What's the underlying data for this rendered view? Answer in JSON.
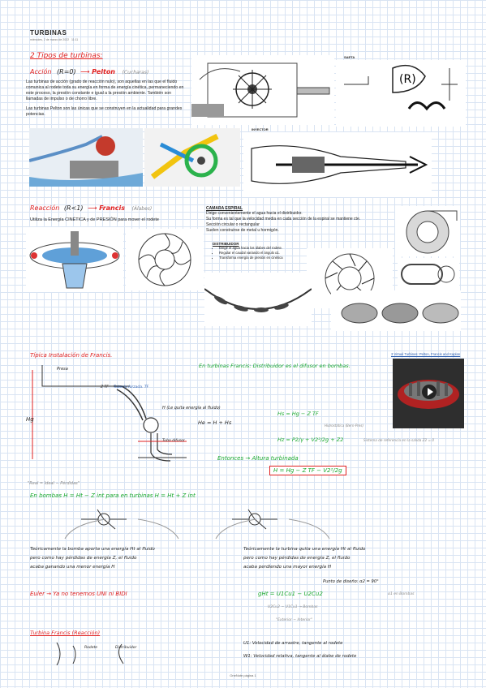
{
  "header": {
    "title": "TURBINAS",
    "date": "miércoles, 2 de marzo de 2022",
    "time": "11:11"
  },
  "sections": {
    "tipos": "2 Tipos de turbinas:",
    "accion": "Acción",
    "accion_r": "(R=0)",
    "pelton": "Pelton",
    "cucharas": "(Cucharas)",
    "accion_p1": "Las turbinas de acción (grado de reacción nulo), son aquellas en las que el fluido comunica al rodete toda su energía en forma de energía cinética, permaneciendo en este proceso, la presión constante e igual a la presión ambiente. También son llamadas de impulso o de chorro libre.",
    "accion_p2": "Las turbinas Pelton son las únicas que se construyen en la actualidad para grandes potencias.",
    "caption_saeta": "SAETA",
    "caption_inyector": "INYECTOR",
    "reaccion": "Reacción",
    "reaccion_r": "(R<1)",
    "francis": "Francis",
    "francis_alabes": "(Álabes)",
    "reaccion_line": "Utiliza la Energía CINÉTICA y de PRESIÓN para mover el rodete",
    "camara_title": "CAMARA ESPIRAL",
    "camara_items": [
      "Dirige convenientemente el agua hacia el distribuidor.",
      "Su forma es tal que la velocidad media en cada sección de la espiral se mantiene cte.",
      "Sección circular o rectangular",
      "Suelen construirse de metal u hormigón."
    ],
    "distribuidor_title": "DISTRIBUIDOR",
    "distribuidor_items": [
      "Dirigir el agua hacia los álabes del rodete.",
      "Regular el caudal variando el ángulo α1.",
      "Transforma energía de presión en cinética"
    ],
    "video_link": "3 Virtual Turbines: Pelton, Francis and Kaplan",
    "tipica": "Típica Instalación de Francis.",
    "presa": "Presa",
    "tuberia": "Tubería forzada. TF",
    "hg": "Hg",
    "h_quita": "H (Le quita energía al fluido)",
    "z_tf": "Z TF",
    "tubo_difusor": "Tubo difusor",
    "dist_difusor": "En turbinas Francis: Distribuidor es el difusor en bombas.",
    "eq1": "Hs = Hg − Z TF",
    "eq2": "He = H + Hs",
    "eq3": "Hz = P2/γ + V2²/2g + Z2",
    "hidrostatica": "Hidrostática (Bern-Pres)",
    "sistema_ref": "Sistema de referencia en la salida Z2 = 0",
    "entonces": "Entonces → Altura turbinada",
    "eq_box": "H = Hg − Z TF − V2²/2g",
    "real": "\"Real = Ideal − Pérdidas\"",
    "bombas_line": "En bombas H = Ht − Z int   para en turbinas  H = Ht + Z int",
    "bomba_text_1": "Teóricamente la bomba aporta una energía Ht al fluido",
    "bomba_text_2": "pero como hay pérdidas de energía Z, el fluido",
    "bomba_text_3": "acaba ganando una menor energía H",
    "turbina_text_1": "Teóricamente la turbina quita una energía Ht al fluido",
    "turbina_text_2": "pero como hay pérdidas de energía Z, el fluido",
    "turbina_text_3": "acaba perdiendo una mayor energía H",
    "euler": "Euler → Ya no tenemos UNI ni BIDI",
    "euler_eq": "gHt = U1Cu1 − U2Cu2",
    "diseno": "Punto de diseño: α2 = 90°",
    "en_bombas": "α1 en Bombas",
    "euler_b": "U2Cu2 − U1Cu1 → Bombas",
    "ext_int": "\"Exterior − Interior\"",
    "turbina_francis_reaccion": "Turbina Francis (Reacción)",
    "rodete": "Rodete",
    "distribuidor": "Distribuidor",
    "u1": "U1: Velocidad de arrastre, tangente al rodete",
    "w1": "W1: Velocidad relativa, tangente al álabe de rodete"
  },
  "footer": {
    "page": "OneNote página 1"
  },
  "colors": {
    "red": "#e02020",
    "green": "#19a82d",
    "grid": "#d9e4f3"
  }
}
